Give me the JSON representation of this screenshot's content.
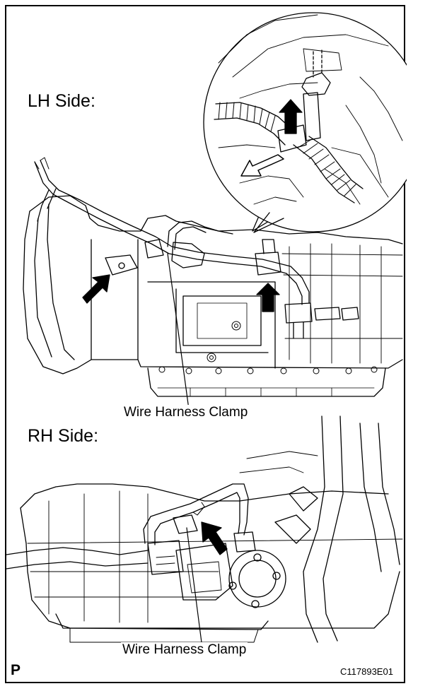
{
  "lh_side": {
    "label": "LH Side:",
    "callout": "Wire Harness Clamp"
  },
  "rh_side": {
    "label": "RH Side:",
    "callout": "Wire Harness Clamp"
  },
  "footer": {
    "corner_letter": "P",
    "figure_code": "C117893E01"
  },
  "colors": {
    "line": "#000000",
    "background": "#ffffff"
  }
}
